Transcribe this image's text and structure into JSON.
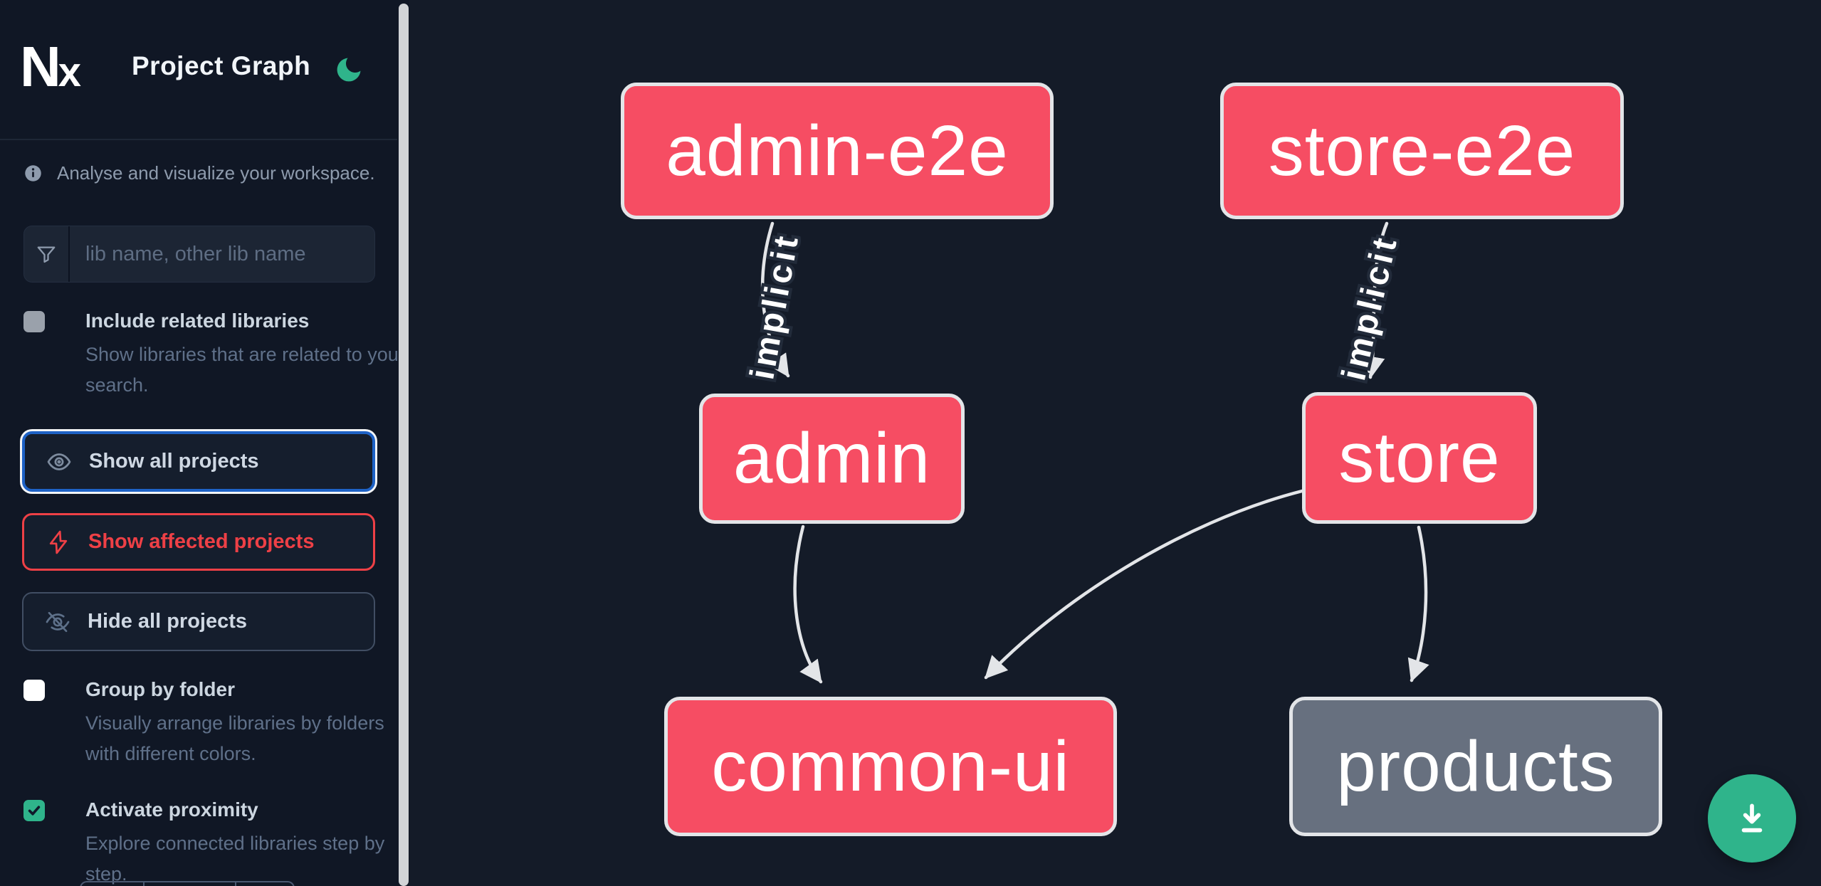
{
  "header": {
    "title": "Project Graph"
  },
  "sidebar": {
    "tagline": "Analyse and visualize your workspace.",
    "search_placeholder": "lib name, other lib name",
    "include_related": {
      "label": "Include related libraries",
      "description": "Show libraries that are related to your search.",
      "checked": false,
      "disabled": true
    },
    "actions": {
      "show_all": "Show all projects",
      "show_affected": "Show affected projects",
      "hide_all": "Hide all projects"
    },
    "group_by_folder": {
      "label": "Group by folder",
      "description": "Visually arrange libraries by folders with different colors.",
      "checked": false
    },
    "activate_proximity": {
      "label": "Activate proximity",
      "description": "Explore connected libraries step by step.",
      "checked": true
    }
  },
  "graph": {
    "nodes": [
      {
        "id": "admin-e2e",
        "label": "admin-e2e",
        "kind": "focused"
      },
      {
        "id": "store-e2e",
        "label": "store-e2e",
        "kind": "focused"
      },
      {
        "id": "admin",
        "label": "admin",
        "kind": "focused"
      },
      {
        "id": "store",
        "label": "store",
        "kind": "focused"
      },
      {
        "id": "common-ui",
        "label": "common-ui",
        "kind": "focused"
      },
      {
        "id": "products",
        "label": "products",
        "kind": "unfocused"
      }
    ],
    "edges": [
      {
        "from": "admin-e2e",
        "to": "admin",
        "type": "implicit",
        "label": "implicit"
      },
      {
        "from": "store-e2e",
        "to": "store",
        "type": "implicit",
        "label": "implicit"
      },
      {
        "from": "admin",
        "to": "common-ui",
        "type": "static",
        "label": ""
      },
      {
        "from": "store",
        "to": "common-ui",
        "type": "static",
        "label": ""
      },
      {
        "from": "store",
        "to": "products",
        "type": "static",
        "label": ""
      }
    ]
  },
  "colors": {
    "node_focused": "#f64d63",
    "node_unfocused": "#67707f",
    "edge": "#e3e5e8",
    "accent_green": "#2fb48b",
    "focus_blue": "#1e62c6",
    "affected_red": "#ee4046",
    "canvas_bg": "#141b28",
    "sidebar_bg": "#101725"
  }
}
